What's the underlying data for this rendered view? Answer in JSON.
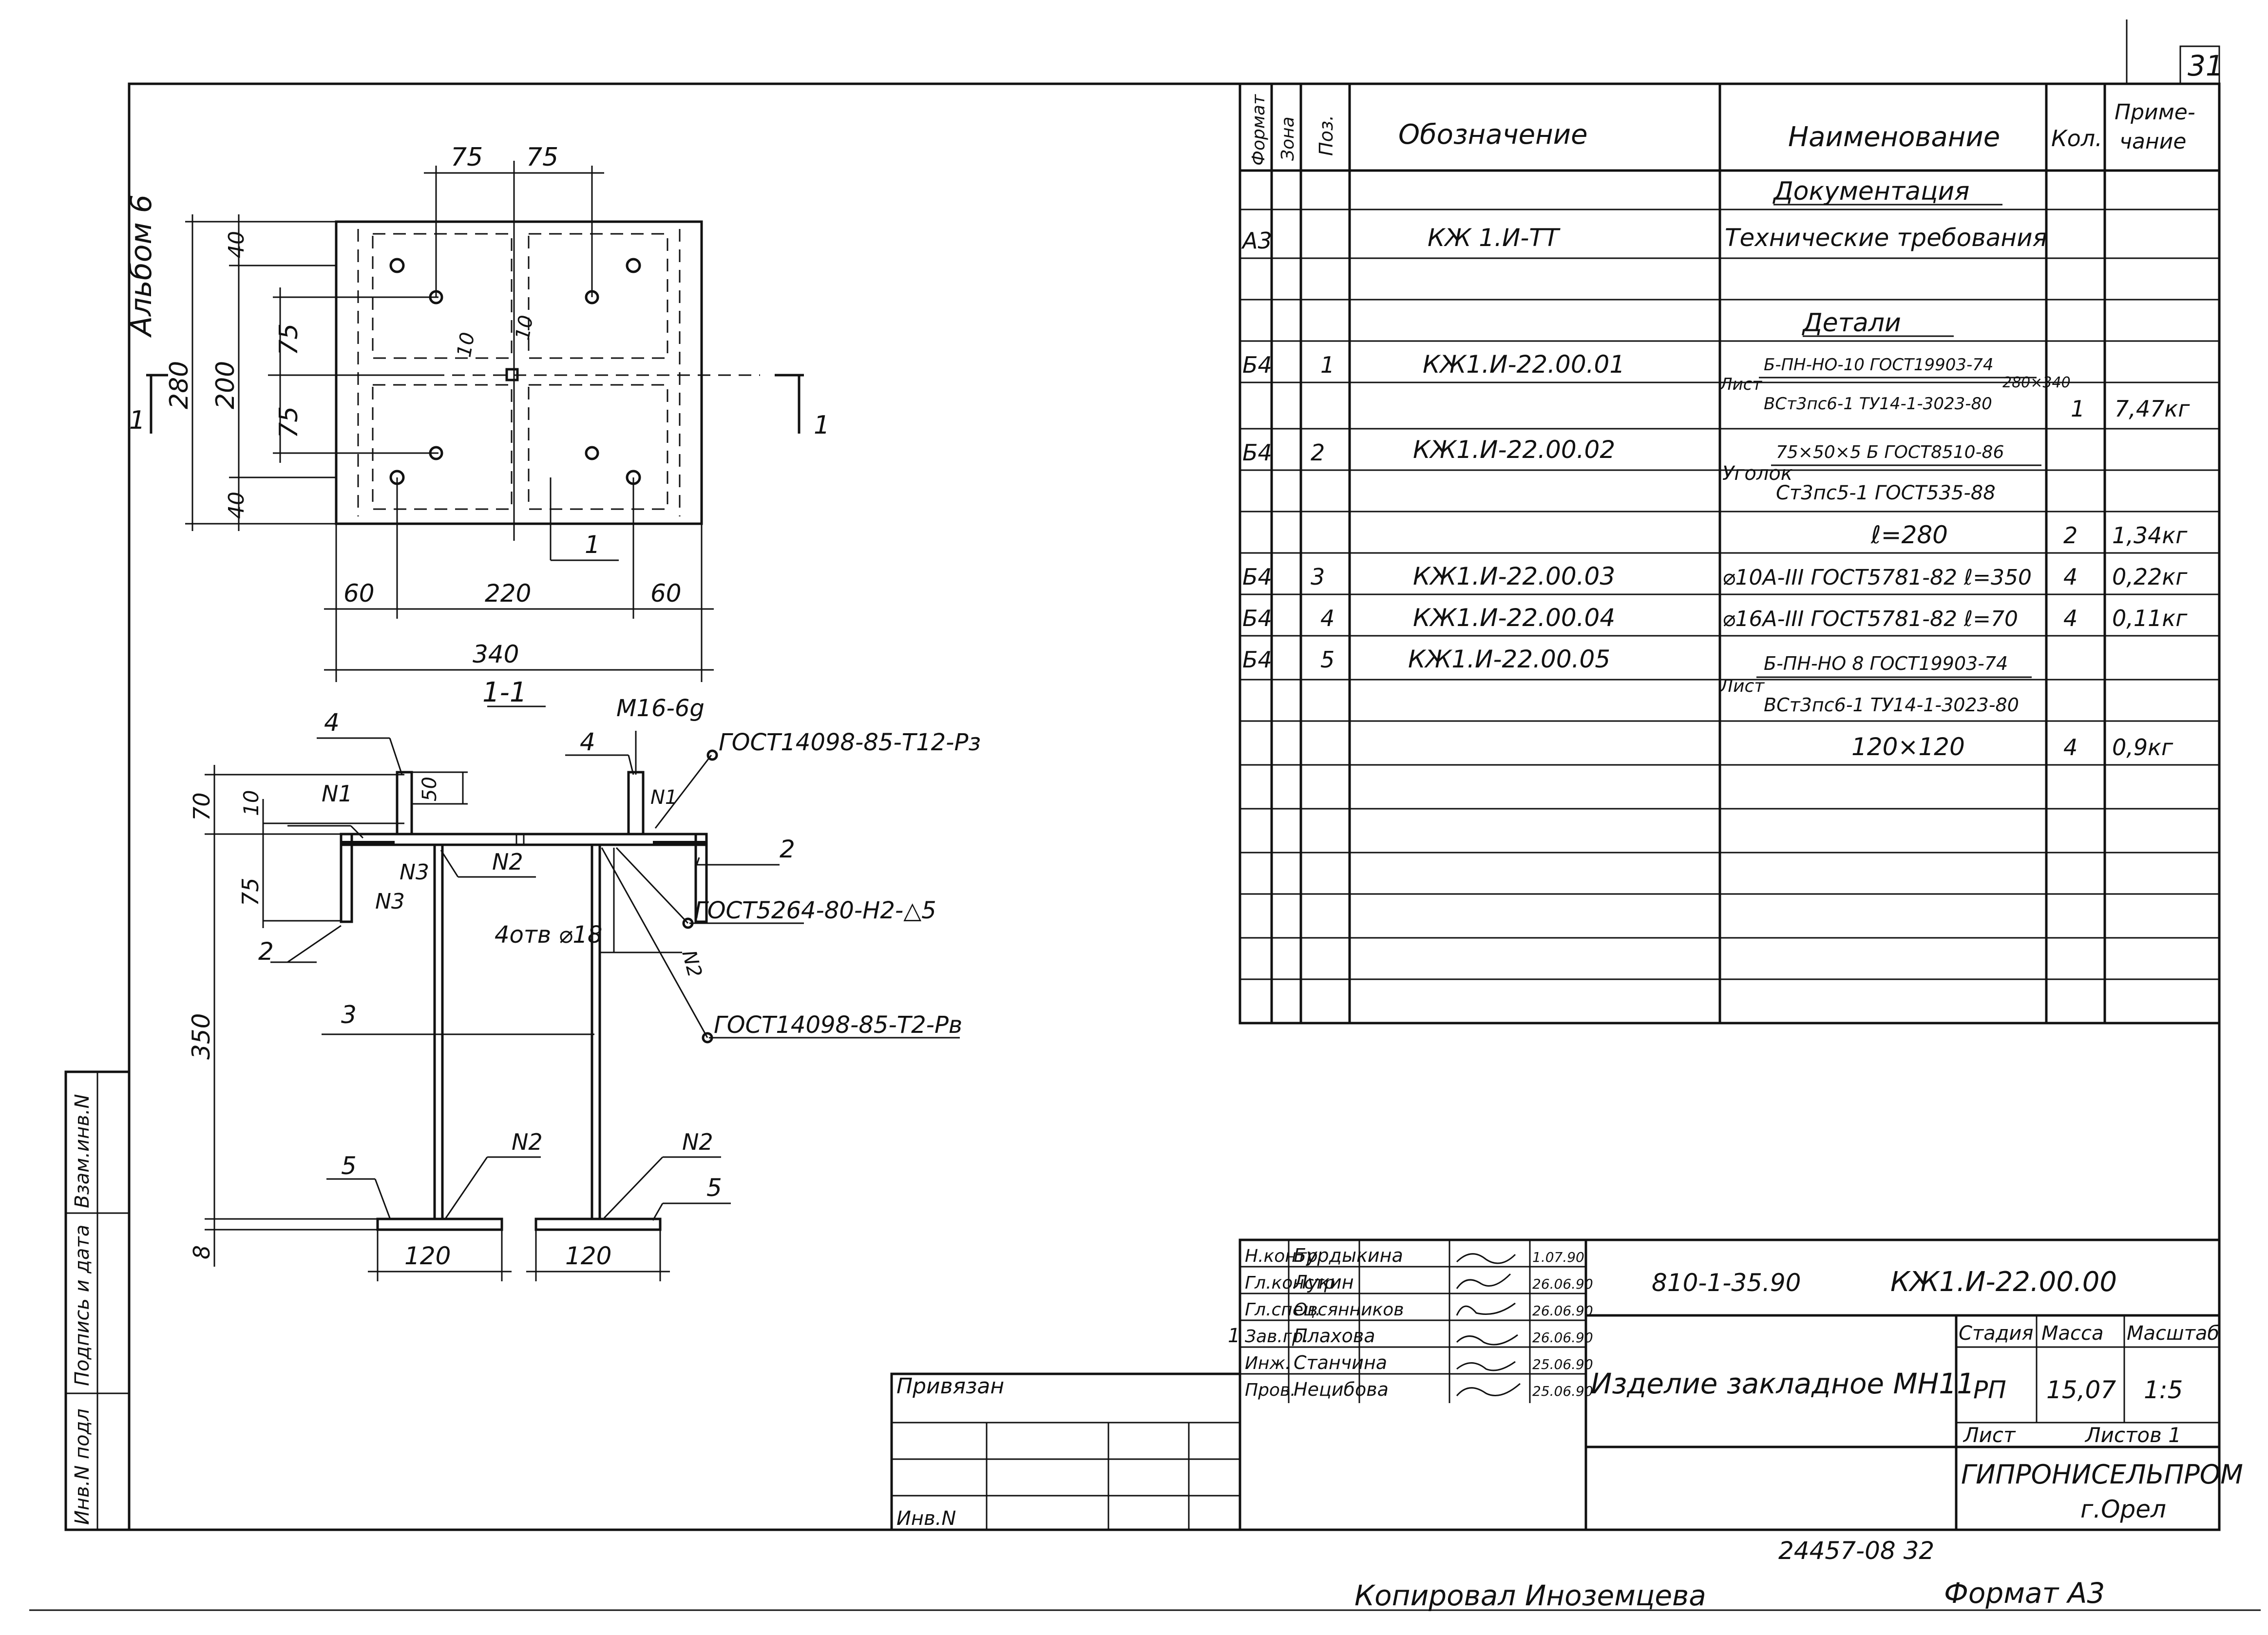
{
  "sheet": {
    "page_no": "31",
    "album": "Альбом 6",
    "copied_by": "Копировал  Иноземцева",
    "format": "Формат А3",
    "inv_code": "24457-08  32"
  },
  "left_strip": {
    "inv_podl": "Инв.N подл",
    "podpis_data": "Подпись и дата",
    "vzam": "Взам.инв.N"
  },
  "plan_view": {
    "dim_top_1": "75",
    "dim_top_2": "75",
    "dim_h_total": "280",
    "dim_h_inner": "200",
    "dim_40_top": "40",
    "dim_75_a": "75",
    "dim_75_b": "75",
    "dim_40_bottom": "40",
    "dim_10_a": "10",
    "dim_10_b": "10",
    "dim_60_left": "60",
    "dim_220": "220",
    "dim_60_right": "60",
    "dim_340": "340",
    "callout_1": "1",
    "section_mark_left": "1",
    "section_mark_right": "1"
  },
  "section_view": {
    "title": "1-1",
    "thread": "М16-6g",
    "weld_1": "ГОСТ14098-85-Т12-Рз",
    "weld_2": "ГОСТ5264-80-Н2-△5",
    "weld_3": "ГОСТ14098-85-Т2-Рв",
    "holes": "4отв ⌀18",
    "n1": "N1",
    "n1b": "N1",
    "n2_a": "N2",
    "n2_b": "N2",
    "n2_c": "N2",
    "n2_d": "N2",
    "n3_a": "N3",
    "n3_b": "N3",
    "pos_4a": "4",
    "pos_4b": "4",
    "pos_2a": "2",
    "pos_2b": "2",
    "pos_3": "3",
    "pos_5a": "5",
    "pos_5b": "5",
    "dim_70": "70",
    "dim_10": "10",
    "dim_50": "50",
    "dim_75": "75",
    "dim_350": "350",
    "dim_8": "8",
    "dim_120a": "120",
    "dim_120b": "120"
  },
  "spec_table": {
    "headers": {
      "format": "Формат",
      "zone": "Зона",
      "pos": "Поз.",
      "designation": "Обозначение",
      "name": "Наименование",
      "qty": "Кол.",
      "note_1": "Приме-",
      "note_2": "чание"
    },
    "section_docs": "Документация",
    "doc_row": {
      "format": "А3",
      "designation": "КЖ 1.И-ТТ",
      "name": "Технические требования"
    },
    "section_parts": "Детали",
    "rows": [
      {
        "format": "Б4",
        "pos": "1",
        "designation": "КЖ1.И-22.00.01",
        "name_1": "Б-ПН-НО-10 ГОСТ19903-74",
        "name_2": "Лист",
        "name_3": "ВСт3пс6-1 ТУ14-1-3023-80",
        "size": "280×340",
        "qty": "1",
        "note": "7,47кг"
      },
      {
        "format": "Б4",
        "pos": "2",
        "designation": "КЖ1.И-22.00.02",
        "name_1": "75×50×5 Б ГОСТ8510-86",
        "name_2": "Уголок",
        "name_3": "Ст3пс5-1 ГОСТ535-88",
        "len": "ℓ=280",
        "qty": "2",
        "note": "1,34кг"
      },
      {
        "format": "Б4",
        "pos": "3",
        "designation": "КЖ1.И-22.00.03",
        "name": "⌀10А-III ГОСТ5781-82 ℓ=350",
        "qty": "4",
        "note": "0,22кг"
      },
      {
        "format": "Б4",
        "pos": "4",
        "designation": "КЖ1.И-22.00.04",
        "name": "⌀16А-III ГОСТ5781-82 ℓ=70",
        "qty": "4",
        "note": "0,11кг"
      },
      {
        "format": "Б4",
        "pos": "5",
        "designation": "КЖ1.И-22.00.05",
        "name_1": "Б-ПН-НО 8 ГОСТ19903-74",
        "name_2": "Лист",
        "name_3": "ВСт3пс6-1 ТУ14-1-3023-80",
        "size": "120×120",
        "qty": "4",
        "note": "0,9кг"
      }
    ]
  },
  "title_block": {
    "privyazan": "Привязан",
    "inv_n": "Инв.N",
    "roles": [
      {
        "role": "Н.контр",
        "name": "Бурдыкина",
        "date": "1.07.90"
      },
      {
        "role": "Гл.констр",
        "name": "Лукин",
        "date": "26.06.90"
      },
      {
        "role": "Гл.спец.",
        "name": "Овсянников",
        "date": "26.06.90"
      },
      {
        "role": "Зав.гр.",
        "name": "Плахова",
        "date": "26.06.90"
      },
      {
        "role": "Инж.",
        "name": "Станчина",
        "date": "25.06.90"
      },
      {
        "role": "Пров.",
        "name": "Нецибова",
        "date": "25.06.90"
      }
    ],
    "rev_mark": "1",
    "project": "810-1-35.90",
    "doc_code": "КЖ1.И-22.00.00",
    "title": "Изделие закладное МН11",
    "stage_label": "Стадия",
    "mass_label": "Масса",
    "scale_label": "Масштаб",
    "stage": "РП",
    "mass": "15,07",
    "scale": "1:5",
    "sheet_label": "Лист",
    "sheets_label": "Листов 1",
    "org": "ГИПРОНИСЕЛЬПРОМ",
    "city": "г.Орел"
  }
}
